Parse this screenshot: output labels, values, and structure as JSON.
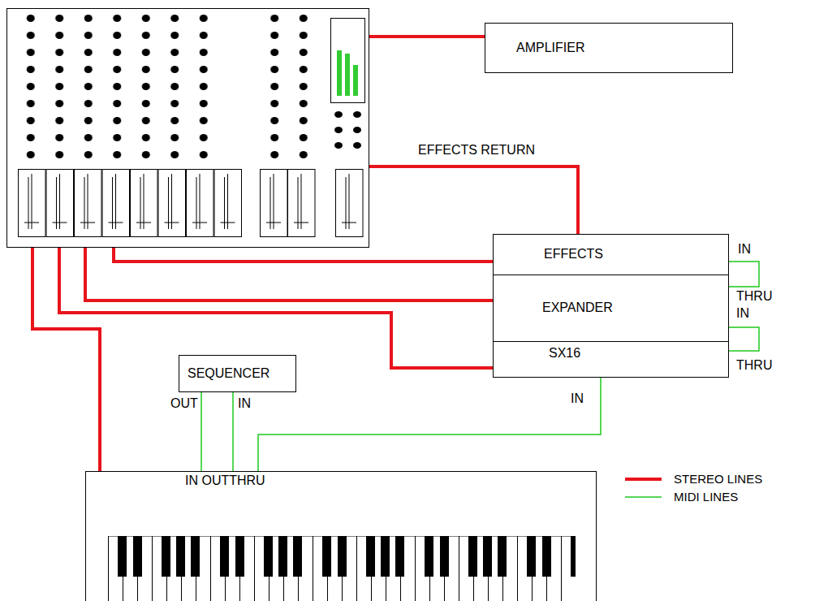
{
  "diagram": {
    "nodes": [
      {
        "text": [
          "AMPLIFIER"
        ]
      },
      {
        "text": [
          "EFFECTS"
        ]
      },
      {
        "text": [
          "EXPANDER"
        ]
      },
      {
        "text": [
          "SX16"
        ]
      },
      {
        "text": [
          "SEQUENCER"
        ]
      },
      {
        "text": [
          "IN OUTTHRU"
        ]
      }
    ],
    "edges": [
      {
        "from": 4,
        "to": 5,
        "arrow": "none"
      },
      {
        "from": 5,
        "to": 4,
        "arrow": "none"
      },
      {
        "from": 5,
        "to": 3,
        "arrow": "none"
      },
      {
        "from": 3,
        "to": 2,
        "arrow": "none"
      },
      {
        "from": 2,
        "to": 1,
        "arrow": "none"
      }
    ],
    "labels": [
      "EFFECTS RETURN",
      "IN",
      "THRU",
      "IN",
      "THRU",
      "IN",
      "OUT",
      "IN"
    ],
    "legend": [
      {
        "text": "STEREO LINES"
      },
      {
        "text": "MIDI LINES"
      }
    ]
  }
}
